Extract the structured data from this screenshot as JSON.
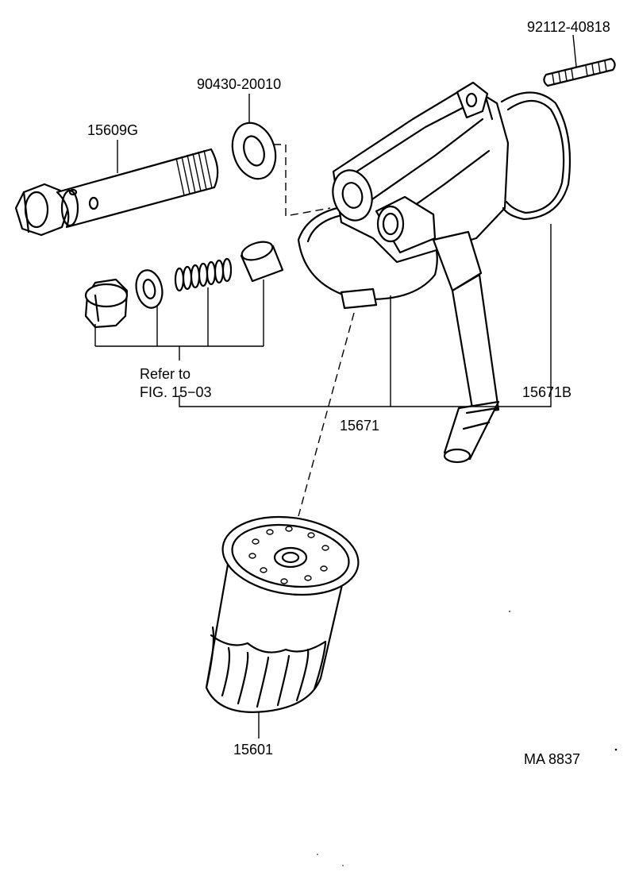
{
  "labels": {
    "stud": "92112-40818",
    "washer": "90430-20010",
    "union_bolt": "15609G",
    "refer_line1": "Refer to",
    "refer_line2": "FIG. 15−03",
    "gasket": "15671B",
    "bracket": "15671",
    "filter": "15601",
    "figure_code": "MA 8837"
  }
}
